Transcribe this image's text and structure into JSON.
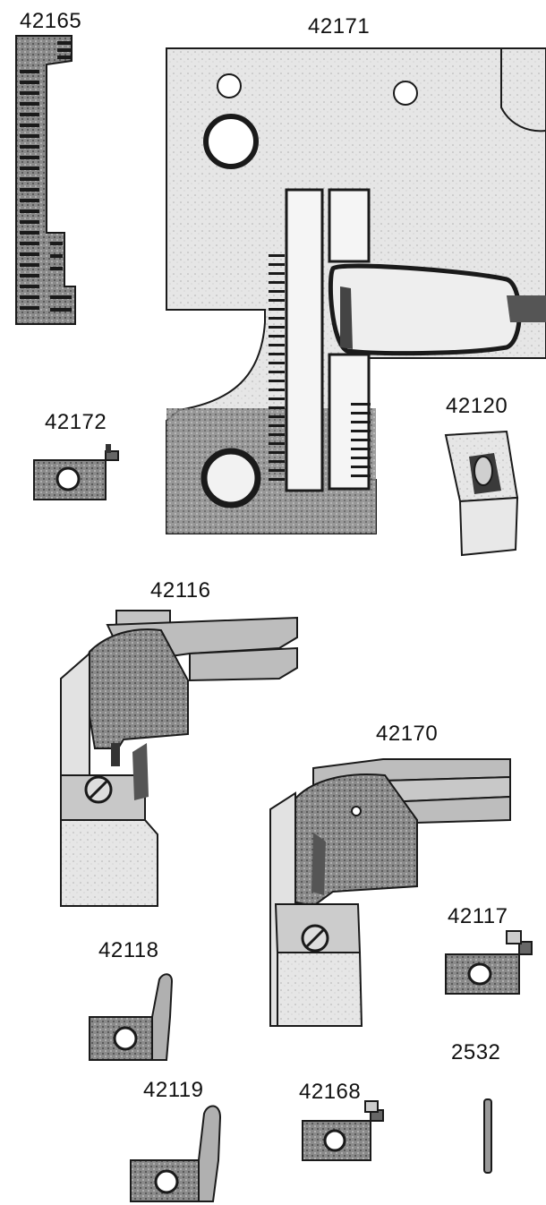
{
  "parts": {
    "p42165": "42165",
    "p42171": "42171",
    "p42172": "42172",
    "p42120": "42120",
    "p42116": "42116",
    "p42170": "42170",
    "p42117": "42117",
    "p42118": "42118",
    "p2532": "2532",
    "p42119": "42119",
    "p42168": "42168"
  },
  "colors": {
    "ink": "#1a1a1a",
    "metal_light": "#d9d9d9",
    "metal_mid": "#9a9a9a",
    "metal_dark": "#3a3a3a"
  }
}
